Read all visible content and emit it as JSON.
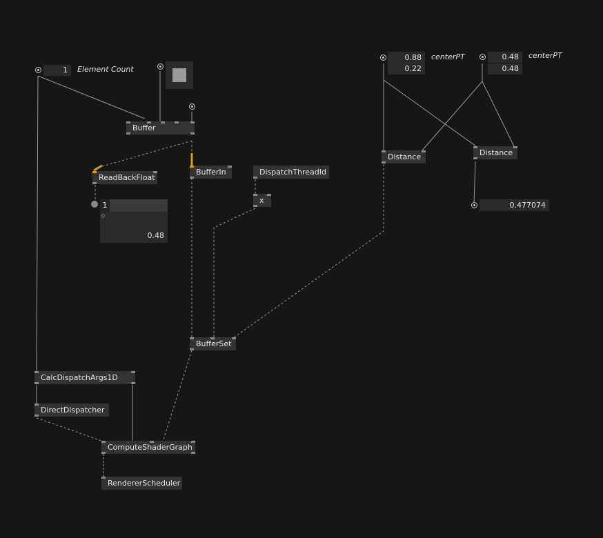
{
  "nodes": {
    "buffer": "Buffer",
    "readback": "ReadBackFloat",
    "bufferin": "BufferIn",
    "dispatchthread": "DispatchThreadId",
    "x": "x",
    "distance1": "Distance",
    "distance2": "Distance",
    "bufferset": "BufferSet",
    "calcdispatch": "CalcDispatchArgs1D",
    "directdispatcher": "DirectDispatcher",
    "computeshader": "ComputeShaderGraph",
    "renderer": "RendererScheduler"
  },
  "iobox": {
    "element_count_value": "1",
    "element_count_label": "Element Count",
    "center1_x": "0.88",
    "center1_y": "0.22",
    "center1_label": "centerPT",
    "center2_x": "0.48",
    "center2_y": "0.48",
    "center2_label": "centerPT",
    "distance_result": "0.477074",
    "readback_index": "1",
    "readback_row_index": "0",
    "readback_value": "0.48"
  },
  "icons": {
    "bang": "bang-icon",
    "toggle": "toggle-icon",
    "color": "color-swatch-icon"
  },
  "colors": {
    "background": "#161616",
    "node": "#333333",
    "wire": "#9a9a9a",
    "wire_highlight": "#d59a1f"
  }
}
